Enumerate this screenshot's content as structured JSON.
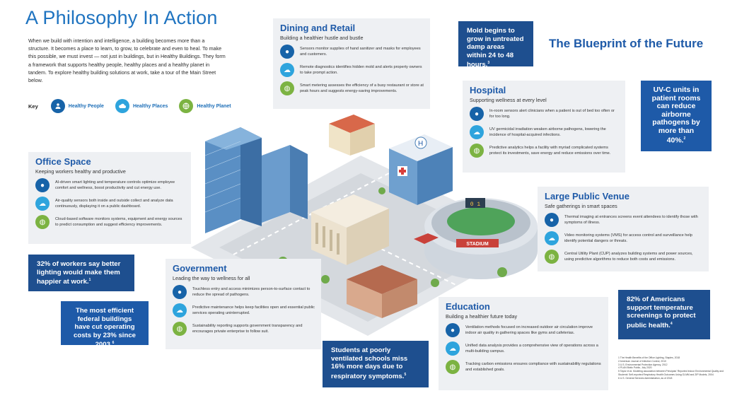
{
  "title": "A Philosophy In Action",
  "intro": "When we build with intention and intelligence, a building becomes more than a structure. It becomes a place to learn, to grow, to celebrate and even to heal. To make this possible, we must invest — not just in buildings, but in Healthy Buildings. They form a framework that supports healthy people, healthy places and a healthy planet in tandem. To explore healthy building solutions at work, take a tour of the Main Street below.",
  "key": {
    "label": "Key",
    "items": [
      {
        "label": "Healthy People",
        "icon": "people-icon"
      },
      {
        "label": "Healthy Places",
        "icon": "cloud-icon"
      },
      {
        "label": "Healthy Planet",
        "icon": "globe-icon"
      }
    ]
  },
  "blueprint": "The Blueprint of the Future",
  "dining": {
    "title": "Dining and Retail",
    "subtitle": "Building a healthier hustle and bustle",
    "items": [
      "Sensors monitor supplies of hand sanitizer and masks for employees and customers.",
      "Remote diagnostics identifies hidden mold and alerts property owners to take prompt action.",
      "Smart metering assesses the efficiency of a busy restaurant or store at peak hours and suggests energy-saving improvements."
    ]
  },
  "hospital": {
    "title": "Hospital",
    "subtitle": "Supporting wellness at every level",
    "items": [
      "In-room sensors alert clinicians when a patient is out of bed too often or for too long.",
      "UV germicidal irradiation weaken airborne pathogens, lowering the incidence of hospital-acquired infections.",
      "Predictive analytics helps a facility with myriad complicated systems protect its investments, save energy and reduce emissions over time."
    ]
  },
  "office": {
    "title": "Office Space",
    "subtitle": "Keeping workers healthy and productive",
    "items": [
      "AI-driven smart lighting and temperature controls optimize employee comfort and wellness, boost productivity and cut energy use.",
      "Air-quality sensors both inside and outside collect and analyze data continuously, displaying it on a public dashboard.",
      "Cloud-based software monitors systems, equipment and energy sources to predict consumption and suggest efficiency improvements."
    ]
  },
  "venue": {
    "title": "Large Public Venue",
    "subtitle": "Safe gatherings in smart spaces",
    "items": [
      "Thermal imaging at entrances screens event attendees to identify those with symptoms of illness.",
      "Video monitoring systems (VMS) for access control and surveillance help identify potential dangers or threats.",
      "Central Utility Plant (CUP) analyzes building systems and power sources, using predictive algorithms to reduce both costs and emissions."
    ]
  },
  "government": {
    "title": "Government",
    "subtitle": "Leading the way to wellness for all",
    "items": [
      "Touchless entry and access minimizes person-to-surface contact to reduce the spread of pathogens.",
      "Predictive maintenance helps keep facilities open and essential public services operating uninterrupted.",
      "Sustainability reporting supports government transparency and encourages private enterprise to follow suit."
    ]
  },
  "education": {
    "title": "Education",
    "subtitle": "Building a healthier future today",
    "items": [
      "Ventilation methods focused on increased outdoor air circulation improve indoor air quality in gathering spaces like gyms and cafeterias.",
      "Unified data analysis provides a comprehensive view of operations across a multi-building campus.",
      "Tracking carbon emissions ensures compliance with sustainability regulations and established goals."
    ]
  },
  "stats": {
    "mold": "Mold begins to grow in untreated damp areas within 24 to 48 hours.",
    "mold_ref": "3",
    "uvc": "UV-C units in patient rooms can reduce airborne pathogens by more than 40%.",
    "uvc_ref": "2",
    "lighting": "32% of workers say better lighting would make them happier at work.",
    "lighting_ref": "1",
    "federal": "The most efficient federal buildings have cut operating costs by 23% since 2003.",
    "federal_ref": "6",
    "americans": "82% of Americans support temperature screenings to protect public health.",
    "americans_ref": "4",
    "students": "Students at poorly ventilated schools miss 16% more days due to respiratory symptoms.",
    "students_ref": "5"
  },
  "scene": {
    "stadium_sign": "STADIUM",
    "scoreboard": "0 1"
  },
  "footnotes": [
    "1   The Health Benefits of the Office Lighting, Staples, 2018",
    "2   American Journal of Infection Control, 2010",
    "3   U.S. Environmental Protection Agency, 2012",
    "4   PLAN Biotic Public, July 2020",
    "5   Taylor et al. Modeling association between Principals' Reported Indoor Environmental Quality and Students' Self-reported Respiratory Health Outcomes Using GLMM and ZIP Models, 2004",
    "6   U.S. General Services Administration, as of 2018"
  ],
  "colors": {
    "title_blue": "#1e73c0",
    "card_bg": "#eef0f3",
    "stat_dark": "#1e4f8f",
    "people": "#1763a8",
    "places": "#2ea4dd",
    "planet": "#7cb342"
  }
}
